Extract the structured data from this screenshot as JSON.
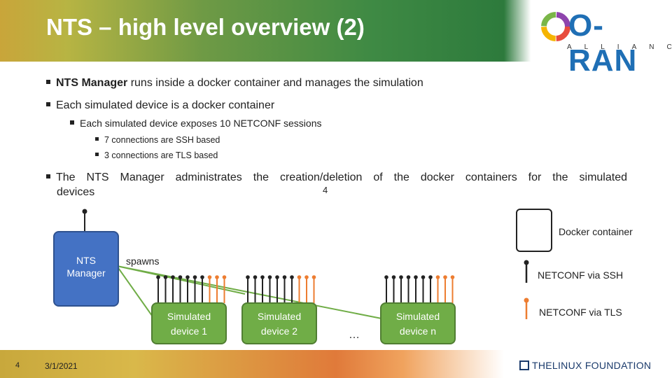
{
  "slide": {
    "title": "NTS – high level overview (2)",
    "logo": {
      "text": "O-RAN",
      "sub": "ALLIANCE"
    },
    "bullets": {
      "b1_bold": "NTS Manager",
      "b1_rest": " runs inside a docker container and manages the simulation",
      "b2": "Each simulated device is a docker container",
      "b3": "Each simulated device exposes 10 NETCONF sessions",
      "b4": "7 connections are SSH based",
      "b5": "3 connections are TLS based",
      "b6_line1": "The NTS Manager administrates the creation/deletion of the docker containers for the simulated",
      "b6_line2": "devices"
    },
    "marker": "4",
    "diagram": {
      "manager_line1": "NTS",
      "manager_line2": "Manager",
      "spawns": "spawns",
      "device1_line1": "Simulated",
      "device1_line2": "device 1",
      "device2_line1": "Simulated",
      "device2_line2": "device 2",
      "devicen_line1": "Simulated",
      "devicen_line2": "device n",
      "ellipsis": "…",
      "legend_docker": "Docker container",
      "legend_ssh": "NETCONF via SSH",
      "legend_tls": "NETCONF via TLS",
      "colors": {
        "manager": "#4472c4",
        "device": "#70ad47",
        "ssh": "#222222",
        "tls": "#ed7d31",
        "link": "#70ad47"
      }
    },
    "footer": {
      "page_number": "4",
      "date": "3/1/2021",
      "org": "THELINUX FOUNDATION"
    }
  }
}
